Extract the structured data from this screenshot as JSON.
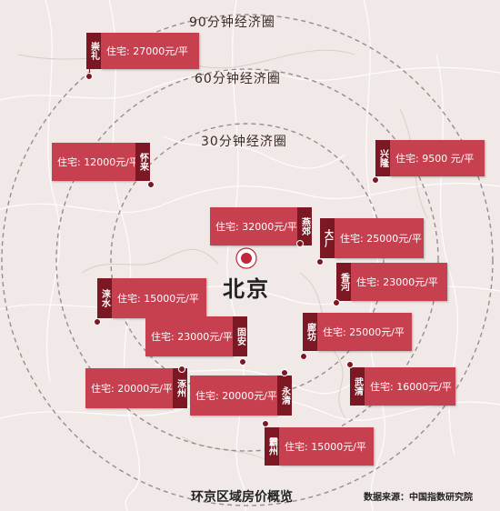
{
  "rings": {
    "r90": "90分钟经济圈",
    "r60": "60分钟经济圈",
    "r30": "30分钟经济圈"
  },
  "center": {
    "name": "北京"
  },
  "callouts": {
    "chongli": {
      "name": "崇礼",
      "price": "住宅: 27000元/平"
    },
    "huailai": {
      "name": "怀来",
      "price": "住宅: 12000元/平"
    },
    "xinglong": {
      "name": "兴隆",
      "price": "住宅: 9500 元/平"
    },
    "yanjiao": {
      "name": "燕郊",
      "price": "住宅: 32000元/平"
    },
    "dachang": {
      "name": "大厂",
      "price": "住宅: 25000元/平"
    },
    "xianghe": {
      "name": "香河",
      "price": "住宅: 23000元/平"
    },
    "laishui": {
      "name": "涞水",
      "price": "住宅: 15000元/平"
    },
    "guan": {
      "name": "固安",
      "price": "住宅: 23000元/平"
    },
    "langfang": {
      "name": "廊坊",
      "price": "住宅: 25000元/平"
    },
    "zhuozhou": {
      "name": "涿州",
      "price": "住宅: 20000元/平"
    },
    "yongqing": {
      "name": "永清",
      "price": "住宅: 20000元/平"
    },
    "wuqing": {
      "name": "武清",
      "price": "住宅: 16000元/平"
    },
    "bazhou": {
      "name": "霸州",
      "price": "住宅: 15000元/平"
    }
  },
  "footer": {
    "title": "环京区域房价概览",
    "source": "数据来源：中国指数研究院"
  },
  "colors": {
    "background": "#f1e9e7",
    "price_box": "#c7404f",
    "name_box": "#7b1823",
    "center_dot": "#c0283a",
    "ring_stroke": "#9a8c8c"
  }
}
